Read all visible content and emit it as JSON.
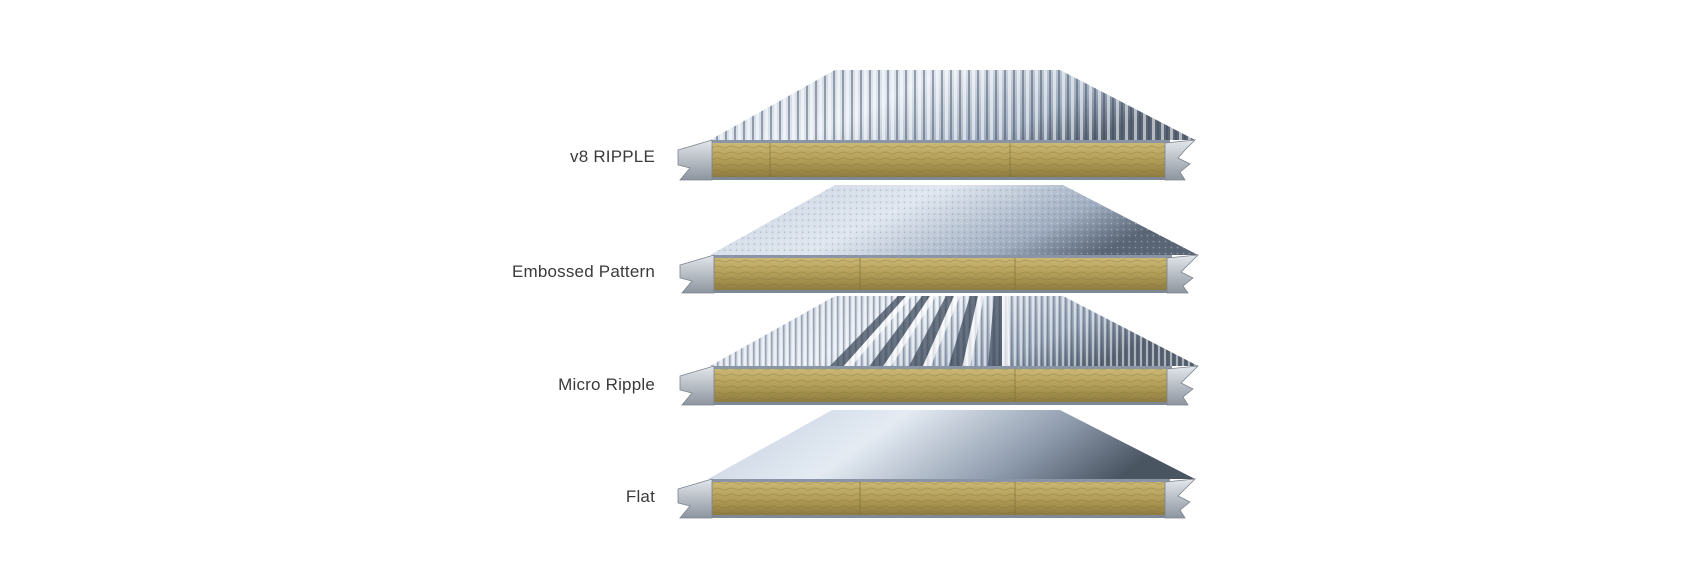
{
  "panels": [
    {
      "label": "v8 RIPPLE",
      "surface": "v8-ripple"
    },
    {
      "label": "Embossed Pattern",
      "surface": "embossed"
    },
    {
      "label": "Micro Ripple",
      "surface": "micro-ripple"
    },
    {
      "label": "Flat",
      "surface": "flat"
    }
  ],
  "colors": {
    "text": "#3a3a3a",
    "steel_light": "#d7e0ec",
    "steel_mid": "#a3b2c6",
    "steel_dark": "#5c6878",
    "wool_light": "#c6b26c",
    "wool_dark": "#8f7d3f",
    "edge_steel": "#b6bcc4"
  }
}
